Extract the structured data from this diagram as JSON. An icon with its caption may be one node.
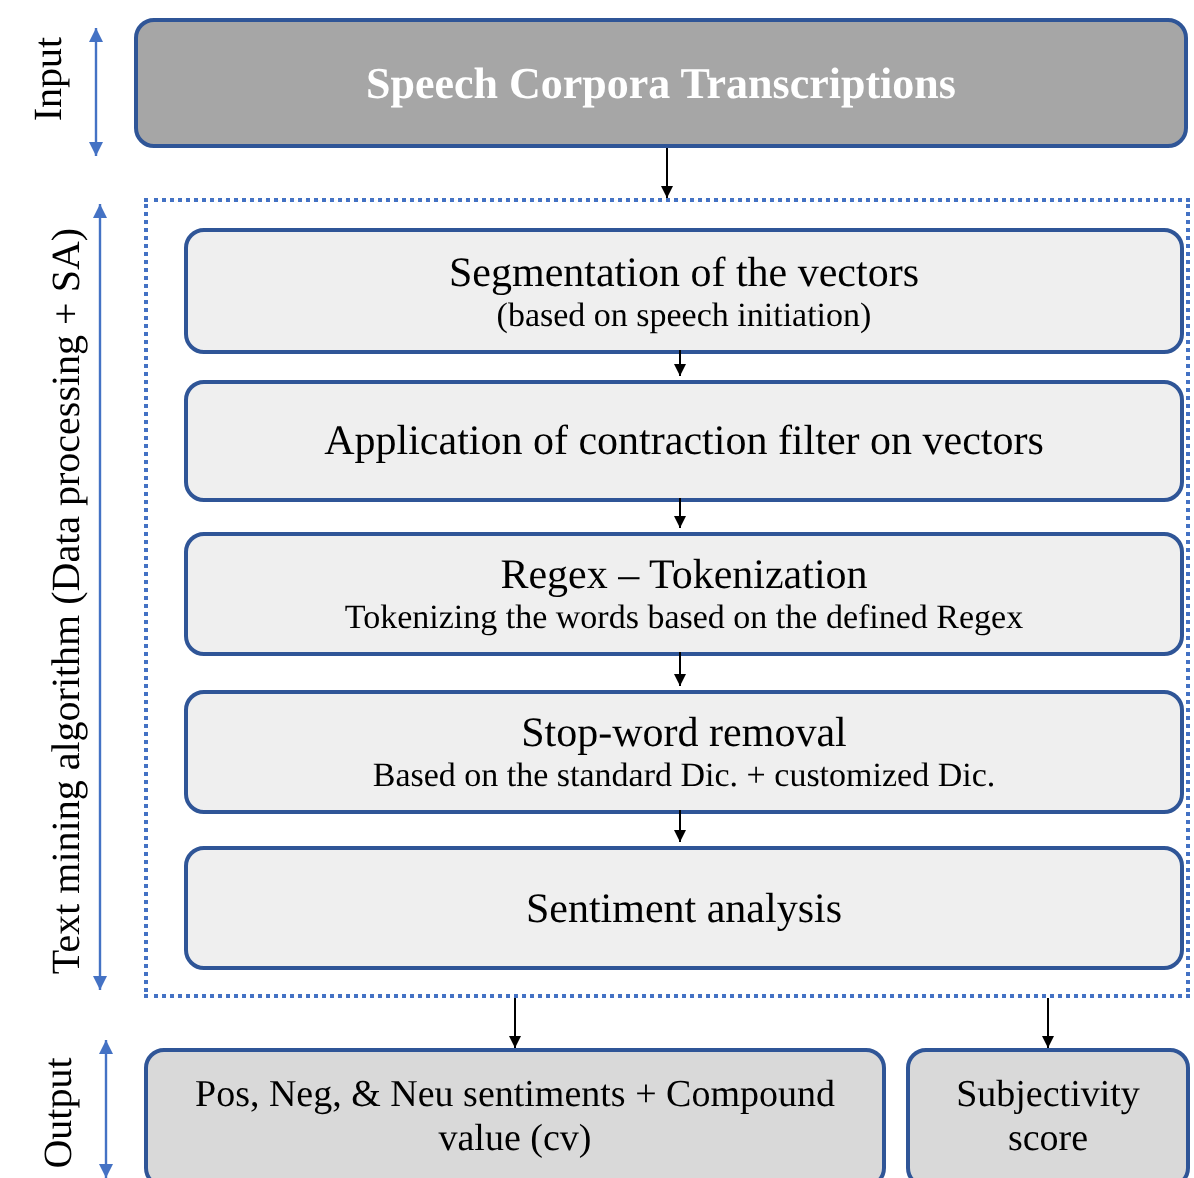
{
  "diagram": {
    "nodes": [
      {
        "text": [
          "Speech Corpora Transcriptions"
        ]
      },
      {
        "text": [
          "Text mining algorithm (Data processing + SA)"
        ]
      },
      {
        "text": [
          "Segmentation of the vectors",
          "(based on speech initiation)"
        ],
        "in": 1
      },
      {
        "text": [
          "Application of contraction filter on vectors"
        ],
        "in": 1
      },
      {
        "text": [
          "Regex – Tokenization",
          "Tokenizing the words based on the defined Regex"
        ],
        "in": 1
      },
      {
        "text": [
          "Stop-word removal",
          "Based on the standard Dic. + customized Dic."
        ],
        "in": 1
      },
      {
        "text": [
          "Sentiment analysis"
        ],
        "in": 1
      },
      {
        "text": [
          "Pos, Neg, & Neu sentiments + Compound value (cv)"
        ]
      },
      {
        "text": [
          "Subjectivity score"
        ]
      }
    ],
    "edges": [
      {
        "from": 0,
        "to": 1,
        "arrow": "to"
      },
      {
        "from": 2,
        "to": 3,
        "arrow": "to"
      },
      {
        "from": 3,
        "to": 4,
        "arrow": "to"
      },
      {
        "from": 4,
        "to": 5,
        "arrow": "to"
      },
      {
        "from": 5,
        "to": 6,
        "arrow": "to"
      },
      {
        "from": 1,
        "to": 7,
        "arrow": "to"
      },
      {
        "from": 1,
        "to": 8,
        "arrow": "to"
      }
    ],
    "labels": [
      "Input",
      "Output"
    ]
  }
}
